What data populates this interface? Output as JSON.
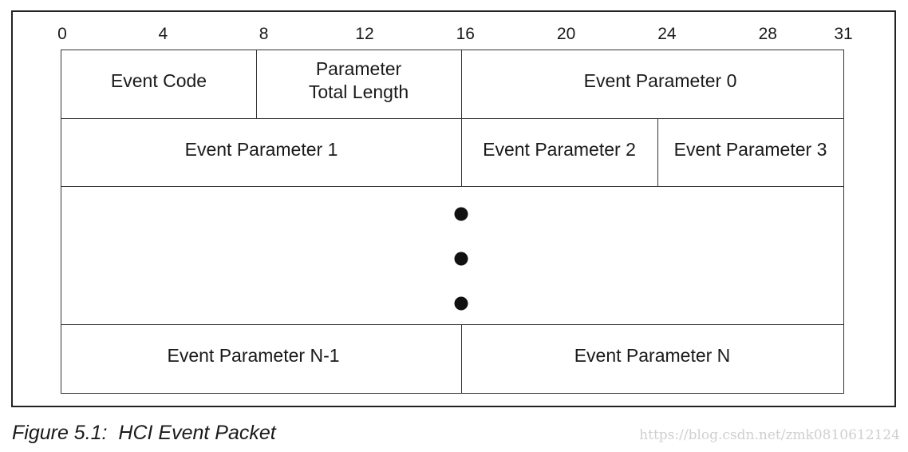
{
  "bit_ticks": [
    {
      "label": "0",
      "bit": 0
    },
    {
      "label": "4",
      "bit": 4
    },
    {
      "label": "8",
      "bit": 8
    },
    {
      "label": "12",
      "bit": 12
    },
    {
      "label": "16",
      "bit": 16
    },
    {
      "label": "20",
      "bit": 20
    },
    {
      "label": "24",
      "bit": 24
    },
    {
      "label": "28",
      "bit": 28
    },
    {
      "label": "31",
      "bit": 31
    }
  ],
  "fields": {
    "event_code": "Event Code",
    "parameter_total_length": "Parameter Total Length",
    "event_parameter_0": "Event Parameter 0",
    "event_parameter_1": "Event Parameter 1",
    "event_parameter_2": "Event Parameter 2",
    "event_parameter_3": "Event Parameter 3",
    "event_parameter_n_minus_1": "Event Parameter N-1",
    "event_parameter_n": "Event Parameter N"
  },
  "caption": "Figure 5.1:  HCI Event Packet",
  "watermark": "https://blog.csdn.net/zmk0810612124"
}
